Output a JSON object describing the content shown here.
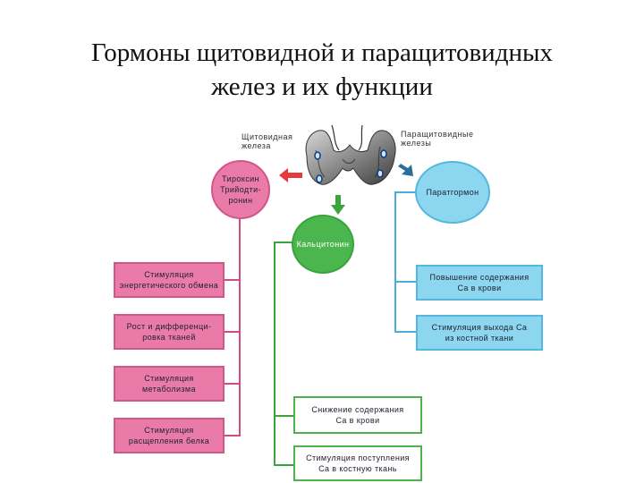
{
  "title": {
    "line1": "Гормоны щитовидной и паращитовидных",
    "line2": "желез и их функции"
  },
  "gland": {
    "thyroid_label": "Щитовидная\nжелеза",
    "parathyroid_label": "Паращитовидные\nжелезы"
  },
  "nodes": {
    "thyroxine": "Тироксин\nТрийодти-\nронин",
    "parathormone": "Паратгормон",
    "calcitonin": "Кальцитонин"
  },
  "pink_boxes": [
    "Стимуляция\nэнергетического обмена",
    "Рост и дифференци-\nровка тканей",
    "Стимуляция\nметаболизма",
    "Стимуляция\nрасщепления белка"
  ],
  "blue_boxes": [
    "Повышение содержания\nCa в крови",
    "Стимуляция выхода Ca\nиз костной ткани"
  ],
  "green_boxes": [
    "Снижение содержания\nCa в крови",
    "Стимуляция поступления\nCa в костную ткань"
  ],
  "colors": {
    "pink": "#ea7aa8",
    "blue": "#8cd6ef",
    "green": "#4bb54e",
    "arrow_red": "#e53a3a",
    "arrow_blue": "#2a6f9a"
  }
}
